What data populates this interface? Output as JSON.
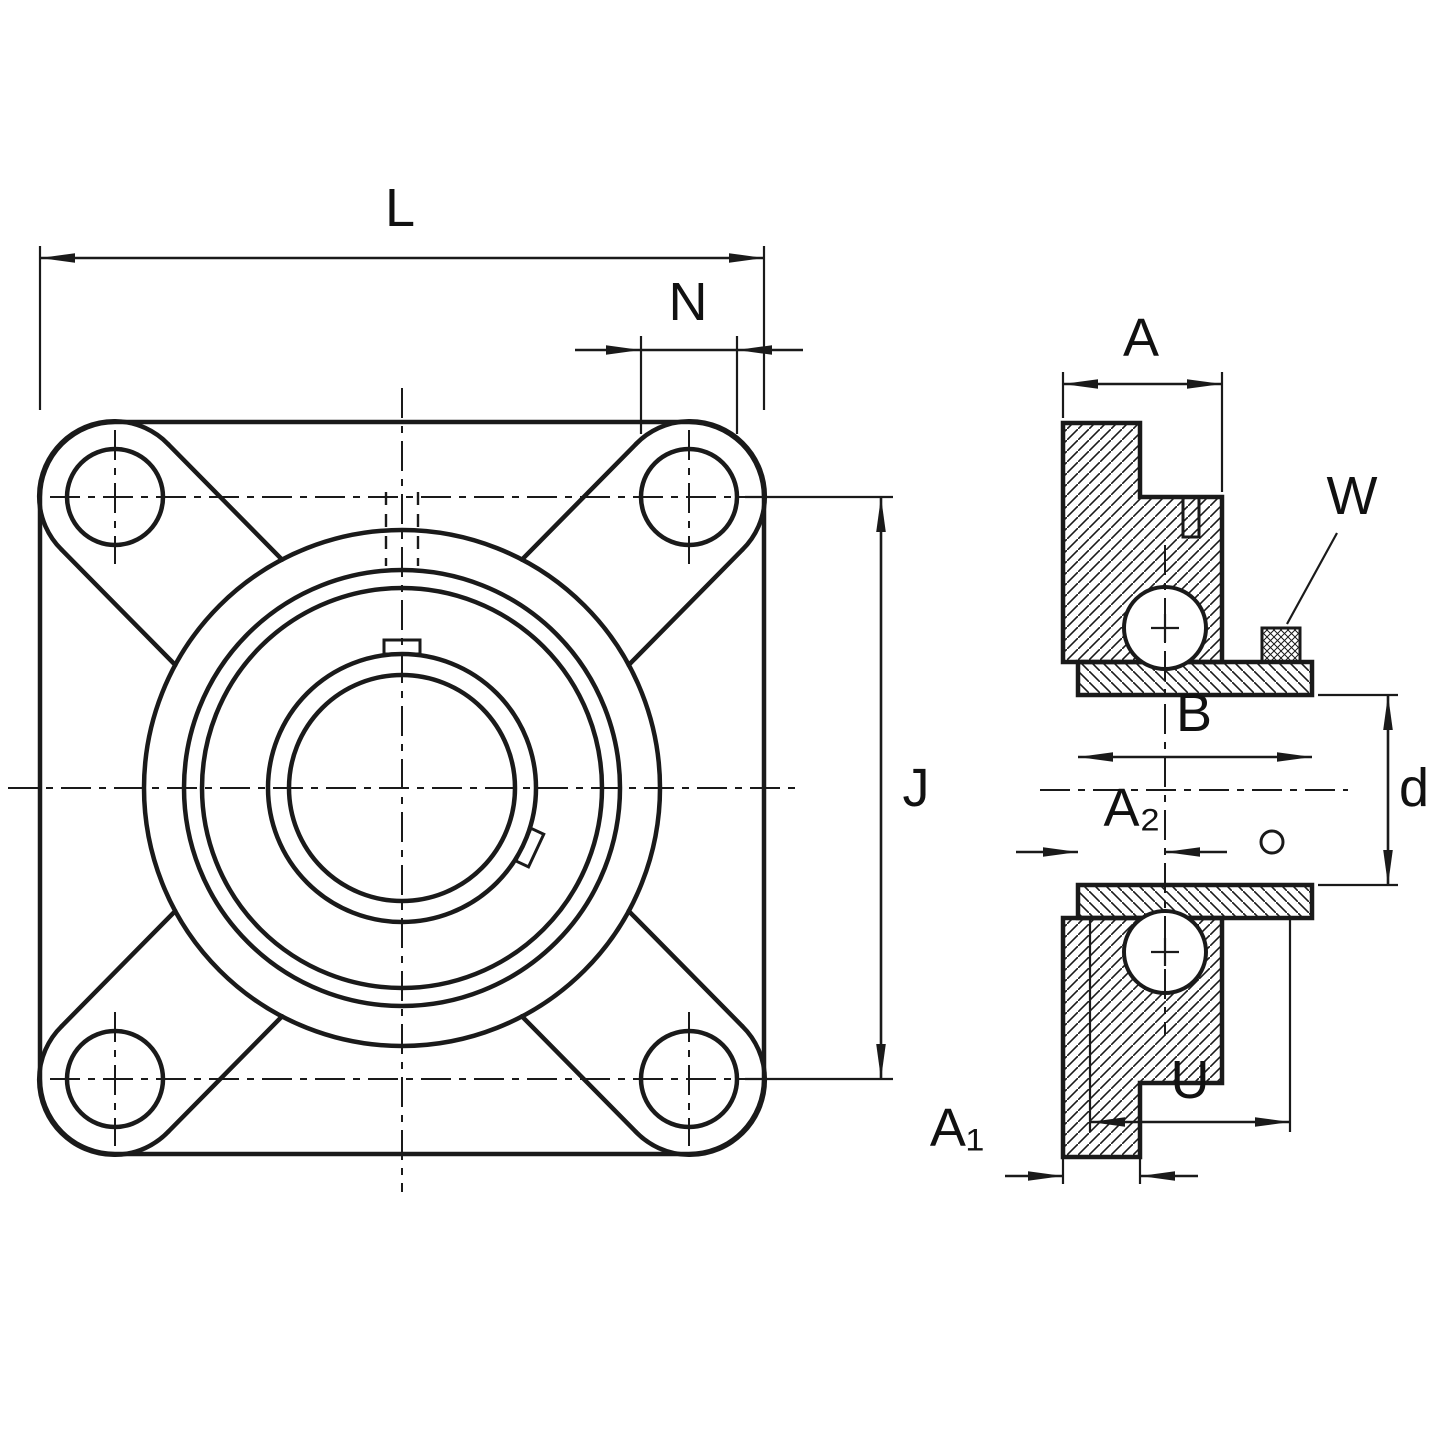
{
  "drawing": {
    "background": "#ffffff",
    "line_color": "#1a1a1a",
    "front_view": {
      "dims": {
        "L": "L",
        "N": "N",
        "J": "J"
      }
    },
    "side_view": {
      "dims": {
        "A": "A",
        "W": "W",
        "B": "B",
        "d": "d",
        "A2": "A₂",
        "U": "U",
        "A1": "A₁"
      }
    }
  }
}
